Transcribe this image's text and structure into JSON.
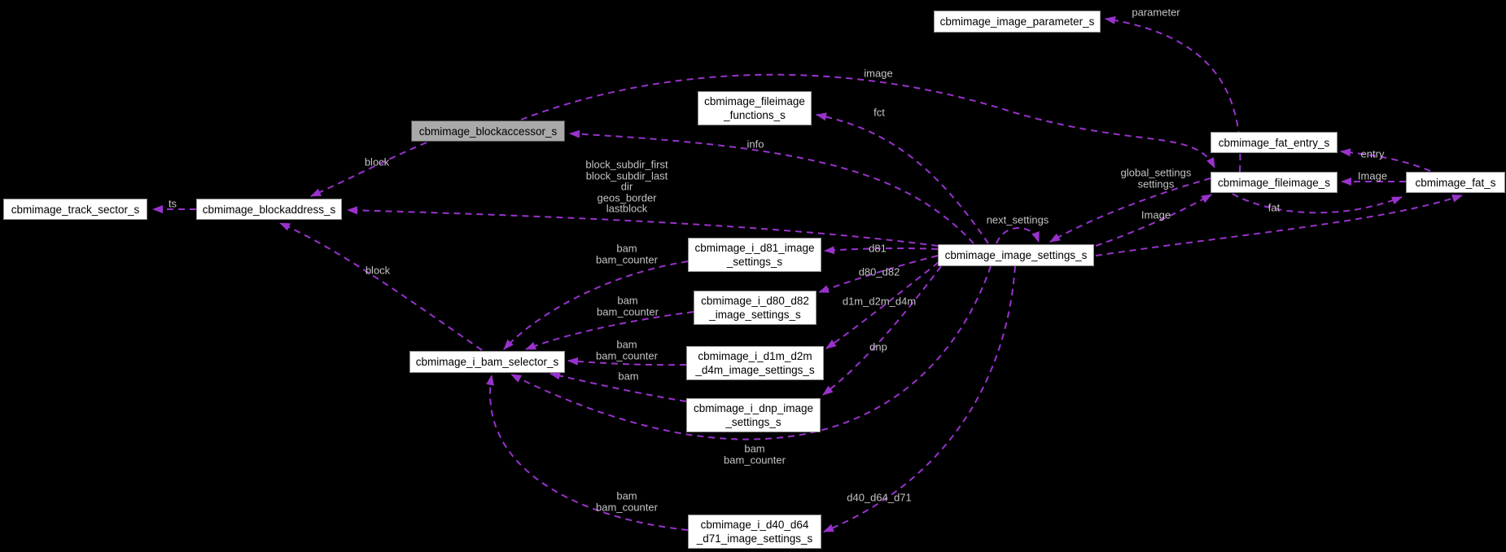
{
  "diagram": {
    "type": "doxygen-collaboration-graph",
    "background_color": "#000000",
    "edge_color": "#9932CC",
    "edge_label_color": "#C4C4C4",
    "node_fill": "#FFFFFF",
    "node_border": "#8F8F8F",
    "highlight_fill": "#A9A9A9",
    "nodes": [
      {
        "id": "track_sector",
        "lines": [
          "cbmimage_track_sector_s"
        ],
        "highlighted": false
      },
      {
        "id": "blockaddress",
        "lines": [
          "cbmimage_blockaddress_s"
        ],
        "highlighted": false
      },
      {
        "id": "blockaccessor",
        "lines": [
          "cbmimage_blockaccessor_s"
        ],
        "highlighted": true
      },
      {
        "id": "fileimage_functions",
        "lines": [
          "cbmimage_fileimage",
          "_functions_s"
        ],
        "highlighted": false
      },
      {
        "id": "image_parameter",
        "lines": [
          "cbmimage_image_parameter_s"
        ],
        "highlighted": false
      },
      {
        "id": "fat_entry",
        "lines": [
          "cbmimage_fat_entry_s"
        ],
        "highlighted": false
      },
      {
        "id": "fileimage",
        "lines": [
          "cbmimage_fileimage_s"
        ],
        "highlighted": false
      },
      {
        "id": "fat",
        "lines": [
          "cbmimage_fat_s"
        ],
        "highlighted": false
      },
      {
        "id": "image_settings",
        "lines": [
          "cbmimage_image_settings_s"
        ],
        "highlighted": false
      },
      {
        "id": "d81",
        "lines": [
          "cbmimage_i_d81_image",
          "_settings_s"
        ],
        "highlighted": false
      },
      {
        "id": "d80_d82",
        "lines": [
          "cbmimage_i_d80_d82",
          "_image_settings_s"
        ],
        "highlighted": false
      },
      {
        "id": "d1m_d2m_d4m",
        "lines": [
          "cbmimage_i_d1m_d2m",
          "_d4m_image_settings_s"
        ],
        "highlighted": false
      },
      {
        "id": "dnp",
        "lines": [
          "cbmimage_i_dnp_image",
          "_settings_s"
        ],
        "highlighted": false
      },
      {
        "id": "bam_selector",
        "lines": [
          "cbmimage_i_bam_selector_s"
        ],
        "highlighted": false
      },
      {
        "id": "d40_d64_d71",
        "lines": [
          "cbmimage_i_d40_d64",
          "_d71_image_settings_s"
        ],
        "highlighted": false
      }
    ],
    "edges": [
      {
        "id": "ts",
        "from": "blockaddress",
        "to": "track_sector",
        "label": [
          "ts"
        ]
      },
      {
        "id": "block_accessor",
        "from": "blockaccessor",
        "to": "blockaddress",
        "label": [
          "block"
        ]
      },
      {
        "id": "block_bam",
        "from": "bam_selector",
        "to": "blockaddress",
        "label": [
          "block"
        ]
      },
      {
        "id": "blockaddr_fields",
        "from": "image_settings",
        "to": "blockaddress",
        "label": [
          "block_subdir_first",
          "block_subdir_last",
          "dir",
          "geos_border",
          "lastblock"
        ]
      },
      {
        "id": "info",
        "from": "image_settings",
        "to": "blockaccessor",
        "label": [
          "info"
        ]
      },
      {
        "id": "fct",
        "from": "image_settings",
        "to": "fileimage_functions",
        "label": [
          "fct"
        ]
      },
      {
        "id": "image",
        "from": "blockaccessor",
        "to": "fileimage",
        "label": [
          "image"
        ]
      },
      {
        "id": "parameter",
        "from": "fileimage",
        "to": "image_parameter",
        "label": [
          "parameter"
        ]
      },
      {
        "id": "global_settings",
        "from": "fileimage",
        "to": "image_settings",
        "label": [
          "global_settings",
          "settings"
        ]
      },
      {
        "id": "Image_settings",
        "from": "image_settings",
        "to": "fileimage",
        "label": [
          "Image"
        ]
      },
      {
        "id": "Image_fat",
        "from": "fat",
        "to": "fileimage",
        "label": [
          "Image"
        ]
      },
      {
        "id": "entry",
        "from": "fat",
        "to": "fat_entry",
        "label": [
          "entry"
        ]
      },
      {
        "id": "fat_member",
        "from": "fileimage",
        "to": "fat",
        "label": [
          "fat"
        ]
      },
      {
        "id": "settings_fat",
        "from": "image_settings",
        "to": "fat",
        "label": []
      },
      {
        "id": "next_settings",
        "from": "image_settings",
        "to": "image_settings",
        "label": [
          "next_settings"
        ]
      },
      {
        "id": "d81",
        "from": "image_settings",
        "to": "d81",
        "label": [
          "d81"
        ]
      },
      {
        "id": "d80_d82",
        "from": "image_settings",
        "to": "d80_d82",
        "label": [
          "d80_d82"
        ]
      },
      {
        "id": "d1m_d2m_d4m",
        "from": "image_settings",
        "to": "d1m_d2m_d4m",
        "label": [
          "d1m_d2m_d4m"
        ]
      },
      {
        "id": "dnp",
        "from": "image_settings",
        "to": "dnp",
        "label": [
          "dnp"
        ]
      },
      {
        "id": "d40_d64_d71",
        "from": "image_settings",
        "to": "d40_d64_d71",
        "label": [
          "d40_d64_d71"
        ]
      },
      {
        "id": "bam_settings",
        "from": "image_settings",
        "to": "bam_selector",
        "label": [
          "bam",
          "bam_counter"
        ]
      },
      {
        "id": "bam_d81",
        "from": "d81",
        "to": "bam_selector",
        "label": [
          "bam",
          "bam_counter"
        ]
      },
      {
        "id": "bam_d80",
        "from": "d80_d82",
        "to": "bam_selector",
        "label": [
          "bam",
          "bam_counter"
        ]
      },
      {
        "id": "bam_d1m",
        "from": "d1m_d2m_d4m",
        "to": "bam_selector",
        "label": [
          "bam",
          "bam_counter"
        ]
      },
      {
        "id": "bam_dnp",
        "from": "dnp",
        "to": "bam_selector",
        "label": [
          "bam"
        ]
      },
      {
        "id": "bam_d40",
        "from": "d40_d64_d71",
        "to": "bam_selector",
        "label": [
          "bam",
          "bam_counter"
        ]
      }
    ]
  }
}
